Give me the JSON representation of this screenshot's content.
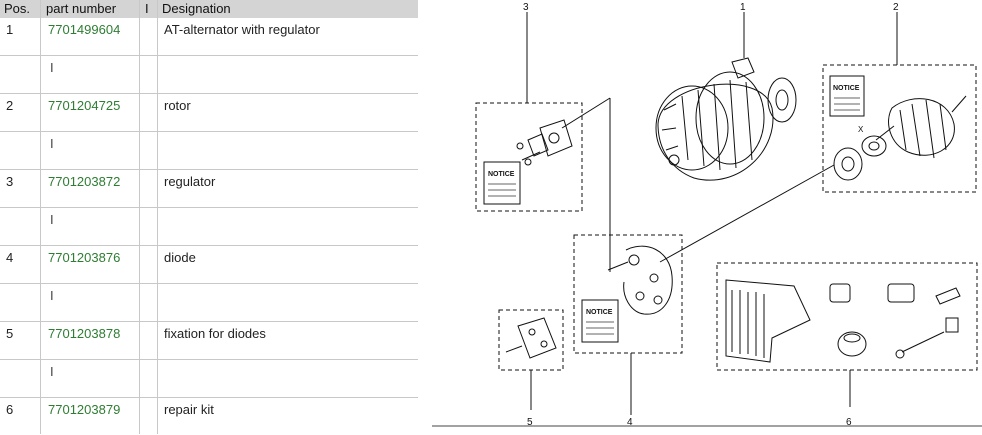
{
  "table": {
    "headers": {
      "pos": "Pos.",
      "part_number": "part number",
      "sep": "I",
      "designation": "Designation"
    },
    "rows": [
      {
        "pos": "1",
        "part_number": "7701499604",
        "designation": "AT-alternator with regulator"
      },
      {
        "pos": "2",
        "part_number": "7701204725",
        "designation": "rotor"
      },
      {
        "pos": "3",
        "part_number": "7701203872",
        "designation": "regulator"
      },
      {
        "pos": "4",
        "part_number": "7701203876",
        "designation": "diode"
      },
      {
        "pos": "5",
        "part_number": "7701203878",
        "designation": "fixation for diodes"
      },
      {
        "pos": "6",
        "part_number": "7701203879",
        "designation": "repair kit"
      }
    ],
    "separator_mark": "I"
  },
  "diagram": {
    "callouts": [
      "1",
      "2",
      "3",
      "4",
      "5",
      "6"
    ],
    "notice_label": "NOTICE",
    "x_mark": "X"
  }
}
